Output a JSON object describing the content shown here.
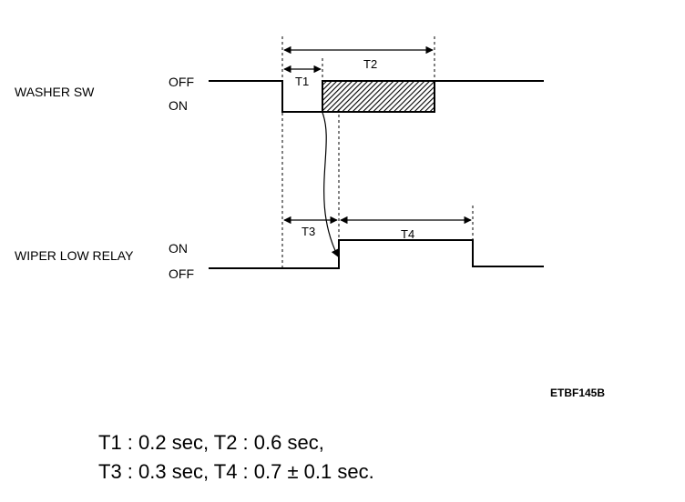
{
  "signals": {
    "washer_sw": {
      "name": "WASHER SW",
      "off_label": "OFF",
      "on_label": "ON"
    },
    "wiper_low_relay": {
      "name": "WIPER LOW RELAY",
      "on_label": "ON",
      "off_label": "OFF"
    }
  },
  "intervals": {
    "t1": "T1",
    "t2": "T2",
    "t3": "T3",
    "t4": "T4"
  },
  "figure_code": "ETBF145B",
  "legend": {
    "line1": "T1 : 0.2 sec, T2 : 0.6 sec,",
    "line2": "T3 : 0.3 sec, T4 : 0.7 ± 0.1 sec."
  }
}
